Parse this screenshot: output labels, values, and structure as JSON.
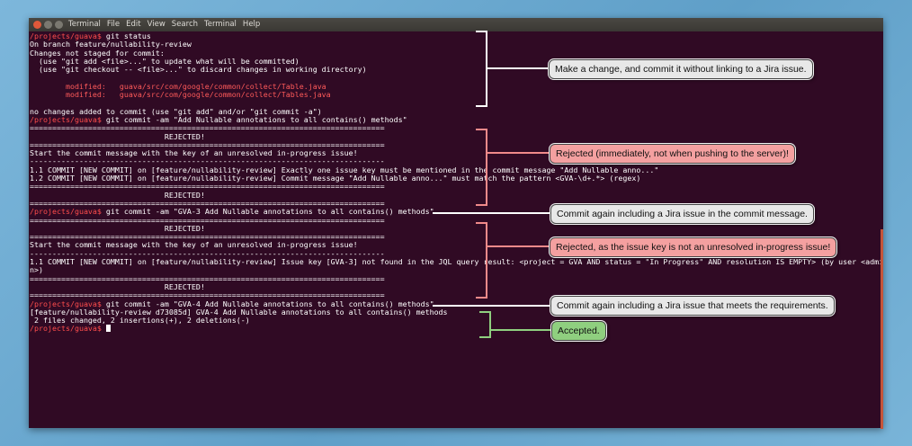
{
  "window": {
    "menu": [
      "Terminal",
      "File",
      "Edit",
      "View",
      "Search",
      "Terminal",
      "Help"
    ]
  },
  "terminal": {
    "lines": [
      [
        {
          "t": "/projects/guava$",
          "c": "p"
        },
        {
          "t": " git status"
        }
      ],
      [
        {
          "t": "On branch feature/nullability-review"
        }
      ],
      [
        {
          "t": "Changes not staged for commit:"
        }
      ],
      [
        {
          "t": "  (use \"git add <file>...\" to update what will be committed)"
        }
      ],
      [
        {
          "t": "  (use \"git checkout -- <file>...\" to discard changes in working directory)"
        }
      ],
      [
        {
          "t": ""
        }
      ],
      [
        {
          "t": "        modified:   guava/src/com/google/common/collect/Table.java",
          "c": "red"
        }
      ],
      [
        {
          "t": "        modified:   guava/src/com/google/common/collect/Tables.java",
          "c": "red"
        }
      ],
      [
        {
          "t": ""
        }
      ],
      [
        {
          "t": "no changes added to commit (use \"git add\" and/or \"git commit -a\")"
        }
      ],
      [
        {
          "t": "/projects/guava$",
          "c": "p"
        },
        {
          "t": " git commit -am \"Add Nullable annotations to all contains() methods\""
        }
      ],
      [
        {
          "t": "==============================================================================="
        }
      ],
      [
        {
          "t": "                              REJECTED!"
        }
      ],
      [
        {
          "t": "==============================================================================="
        }
      ],
      [
        {
          "t": "Start the commit message with the key of an unresolved in-progress issue!"
        }
      ],
      [
        {
          "t": "-------------------------------------------------------------------------------"
        }
      ],
      [
        {
          "t": "1.1 COMMIT [NEW COMMIT] on [feature/nullability-review] Exactly one issue key must be mentioned in the commit message \"Add Nullable anno...\""
        }
      ],
      [
        {
          "t": "1.2 COMMIT [NEW COMMIT] on [feature/nullability-review] Commit message \"Add Nullable anno...\" must match the pattern <GVA-\\d+.*> (regex)"
        }
      ],
      [
        {
          "t": "==============================================================================="
        }
      ],
      [
        {
          "t": "                              REJECTED!"
        }
      ],
      [
        {
          "t": "==============================================================================="
        }
      ],
      [
        {
          "t": "/projects/guava$",
          "c": "p"
        },
        {
          "t": " git commit -am \"GVA-3 Add Nullable annotations to all contains() methods\""
        }
      ],
      [
        {
          "t": "==============================================================================="
        }
      ],
      [
        {
          "t": "                              REJECTED!"
        }
      ],
      [
        {
          "t": "==============================================================================="
        }
      ],
      [
        {
          "t": "Start the commit message with the key of an unresolved in-progress issue!"
        }
      ],
      [
        {
          "t": "-------------------------------------------------------------------------------"
        }
      ],
      [
        {
          "t": "1.1 COMMIT [NEW COMMIT] on [feature/nullability-review] Issue key [GVA-3] not found in the JQL query result: <project = GVA AND status = \"In Progress\" AND resolution IS EMPTY> (by user <admi"
        }
      ],
      [
        {
          "t": "n>)"
        }
      ],
      [
        {
          "t": "==============================================================================="
        }
      ],
      [
        {
          "t": "                              REJECTED!"
        }
      ],
      [
        {
          "t": "==============================================================================="
        }
      ],
      [
        {
          "t": "/projects/guava$",
          "c": "p"
        },
        {
          "t": " git commit -am \"GVA-4 Add Nullable annotations to all contains() methods\""
        }
      ],
      [
        {
          "t": "[feature/nullability-review d73085d] GVA-4 Add Nullable annotations to all contains() methods"
        }
      ],
      [
        {
          "t": " 2 files changed, 2 insertions(+), 2 deletions(-)"
        }
      ],
      [
        {
          "t": "/projects/guava$",
          "c": "p"
        },
        {
          "t": " "
        },
        {
          "cursor": true
        }
      ]
    ]
  },
  "annotations": [
    {
      "text": "Make a change, and commit it without linking to a Jira issue.",
      "style": "white"
    },
    {
      "text": "Rejected (immediately, not when pushing to the server)!",
      "style": "red"
    },
    {
      "text": "Commit again including a Jira issue in the commit message.",
      "style": "white"
    },
    {
      "text": "Rejected, as the issue key is not an unresolved in-progress issue!",
      "style": "red"
    },
    {
      "text": "Commit again including a Jira issue that meets the requirements.",
      "style": "white"
    },
    {
      "text": "Accepted.",
      "style": "green"
    }
  ],
  "colors": {
    "terminal_bg": "#300a24",
    "prompt": "#ff4d4d",
    "bracket_white": "#ffffff",
    "bracket_red": "#f08a8a",
    "bracket_green": "#8fcf7f"
  }
}
